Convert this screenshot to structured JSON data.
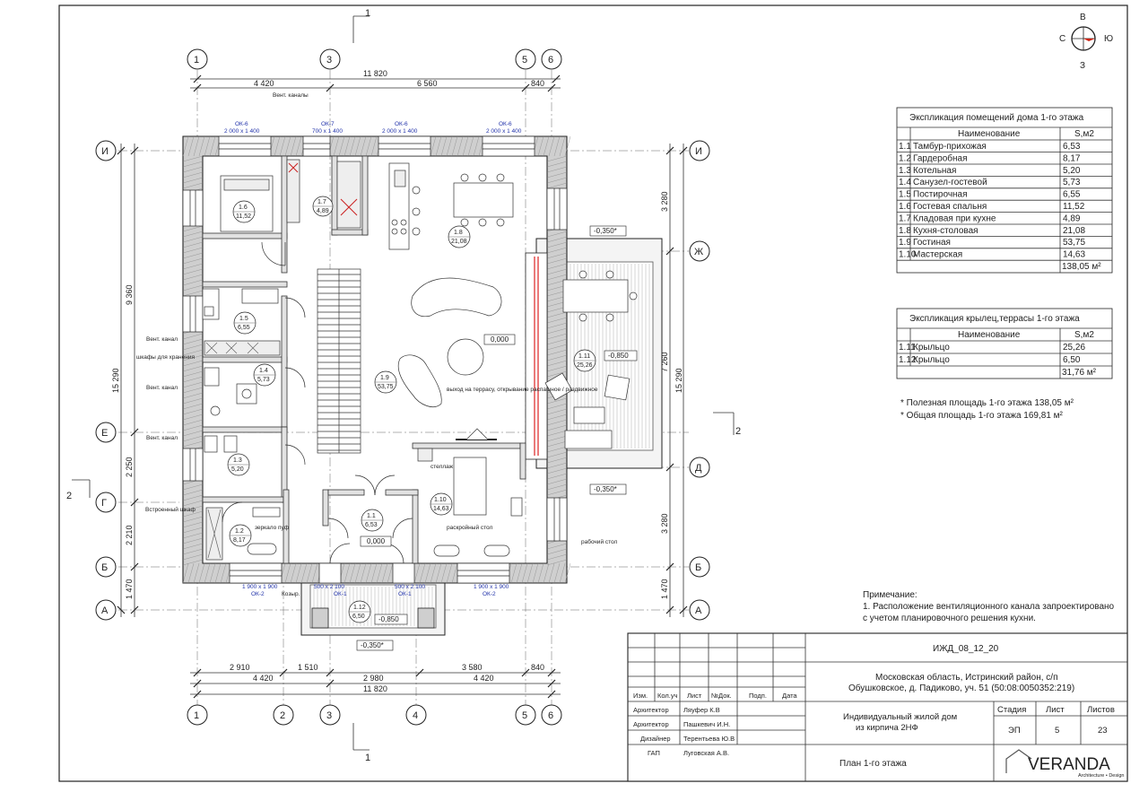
{
  "section_marks": {
    "top": "1",
    "bottom": "1",
    "left": "2",
    "right": "2"
  },
  "compass": {
    "north": "В",
    "south": "З",
    "west": "С",
    "east": "Ю"
  },
  "axes_top": [
    "1",
    "3",
    "5",
    "6"
  ],
  "axes_bottom": [
    "1",
    "2",
    "3",
    "4",
    "5",
    "6"
  ],
  "axes_left": [
    "И",
    "Е",
    "Г",
    "Б",
    "А"
  ],
  "axes_right": [
    "И",
    "Ж",
    "Д",
    "Б",
    "А"
  ],
  "dims_top": {
    "total": "11 820",
    "a": "4 420",
    "b": "6 560",
    "c": "840"
  },
  "dims_bottom": {
    "r1": [
      "2 910",
      "1 510",
      "2 980",
      "3 580",
      "840"
    ],
    "r2": [
      "4 420",
      "4 420"
    ],
    "total": "11 820"
  },
  "dims_left": {
    "total": "15 290",
    "a": "9 360",
    "b": "2 250",
    "c": "2 210",
    "d": "1 470"
  },
  "dims_right": {
    "total": "15 290",
    "a": "3 280",
    "b": "7 260",
    "c": "3 280",
    "d": "1 470"
  },
  "windows": {
    "top": [
      {
        "name": "ОК-6",
        "size": "2 000 х 1 400"
      },
      {
        "name": "ОК-7",
        "size": "700 х 1 400"
      },
      {
        "name": "ОК-6",
        "size": "2 000 х 1 400"
      },
      {
        "name": "ОК-6",
        "size": "2 000 х 1 400"
      }
    ],
    "bottom": [
      {
        "name": "ОК-2",
        "size": "1 900 х 1 900"
      },
      {
        "name": "ОК-1",
        "size": "500 х 2 100"
      },
      {
        "name": "ОК-1",
        "size": "500 х 2 100"
      },
      {
        "name": "ОК-2",
        "size": "1 900 х 1 900"
      }
    ]
  },
  "rooms": [
    {
      "num": "1.6",
      "area": "11,52"
    },
    {
      "num": "1.7",
      "area": "4,89"
    },
    {
      "num": "1.8",
      "area": "21,08"
    },
    {
      "num": "1.5",
      "area": "6,55"
    },
    {
      "num": "1.4",
      "area": "5,73"
    },
    {
      "num": "1.9",
      "area": "53,75"
    },
    {
      "num": "1.11",
      "area": "25,26"
    },
    {
      "num": "1.3",
      "area": "5,20"
    },
    {
      "num": "1.10",
      "area": "14,63"
    },
    {
      "num": "1.1",
      "area": "6,53"
    },
    {
      "num": "1.2",
      "area": "8,17"
    },
    {
      "num": "1.12",
      "area": "6,50"
    }
  ],
  "levels": {
    "main": "0,000",
    "terrace_top": "-0,350*",
    "terrace_in": "-0,850",
    "terrace_bottom": "-0,350*",
    "entry": "0,000",
    "porch": "-0,850",
    "porch_bottom": "-0,350*"
  },
  "notes_plan": {
    "vent_top": "Вент. каналы",
    "vent1": "Вент. канал",
    "storage": "шкафы для хранения",
    "vent2": "Вент. канал",
    "vent3": "Вент. канал",
    "builtin": "Встроенный шкаф",
    "mirror": "зеркало пуф",
    "shelves": "стеллаж",
    "cutting": "раскройный стол",
    "worktable": "рабочий стол",
    "terrace_exit": "выход на террасу, открывание распашное / раздвижное",
    "canopy": "Козыр."
  },
  "table1": {
    "title": "Экспликация помещений дома 1-го этажа",
    "headers": [
      "Наименование",
      "S,м2"
    ],
    "rows": [
      [
        "1.1",
        "Тамбур-прихожая",
        "6,53"
      ],
      [
        "1.2",
        "Гардеробная",
        "8,17"
      ],
      [
        "1.3",
        "Котельная",
        "5,20"
      ],
      [
        "1.4",
        "Санузел-гостевой",
        "5,73"
      ],
      [
        "1.5",
        "Постирочная",
        "6,55"
      ],
      [
        "1.6",
        "Гостевая спальня",
        "11,52"
      ],
      [
        "1.7",
        "Кладовая при кухне",
        "4,89"
      ],
      [
        "1.8",
        "Кухня-столовая",
        "21,08"
      ],
      [
        "1.9",
        "Гостиная",
        "53,75"
      ],
      [
        "1.10",
        "Мастерская",
        "14,63"
      ]
    ],
    "total": "138,05 м²"
  },
  "table2": {
    "title": "Экспликация крылец,террасы 1-го этажа",
    "headers": [
      "Наименование",
      "S,м2"
    ],
    "rows": [
      [
        "1.11",
        "Крыльцо",
        "25,26"
      ],
      [
        "1.12",
        "Крыльцо",
        "6,50"
      ]
    ],
    "total": "31,76 м²"
  },
  "areas": {
    "useful": "* Полезная площадь 1-го этажа 138,05 м²",
    "total": "* Общая площадь 1-го этажа 169,81 м²"
  },
  "note": {
    "title": "Примечание:",
    "line1": "1. Расположение вентиляционного канала запроектировано",
    "line2": "с учетом планировочного решения кухни."
  },
  "stamp": {
    "code": "ИЖД_08_12_20",
    "address1": "Московская область, Истринский район, с/п",
    "address2": "Обушковское, д. Падиково, уч. 51 (50:08:0050352:219)",
    "headers": [
      "Изм.",
      "Кол.уч",
      "Лист",
      "№Док.",
      "Подп.",
      "Дата"
    ],
    "people": [
      [
        "Архитектор",
        "Ляуфер К.В"
      ],
      [
        "Архитектор",
        "Пашкевич И.Н."
      ],
      [
        "Дизайнер",
        "Терентьева Ю.В"
      ],
      [
        "ГАП",
        "Луговская А.В."
      ]
    ],
    "project1": "Индивидуальный жилой дом",
    "project2": "из кирпича 2НФ",
    "stage_h": "Стадия",
    "sheet_h": "Лист",
    "sheets_h": "Листов",
    "stage": "ЭП",
    "sheet": "5",
    "sheets": "23",
    "drawing": "План 1-го этажа",
    "logo": "VERANDA",
    "logo_sub": "Architecture • Design"
  }
}
